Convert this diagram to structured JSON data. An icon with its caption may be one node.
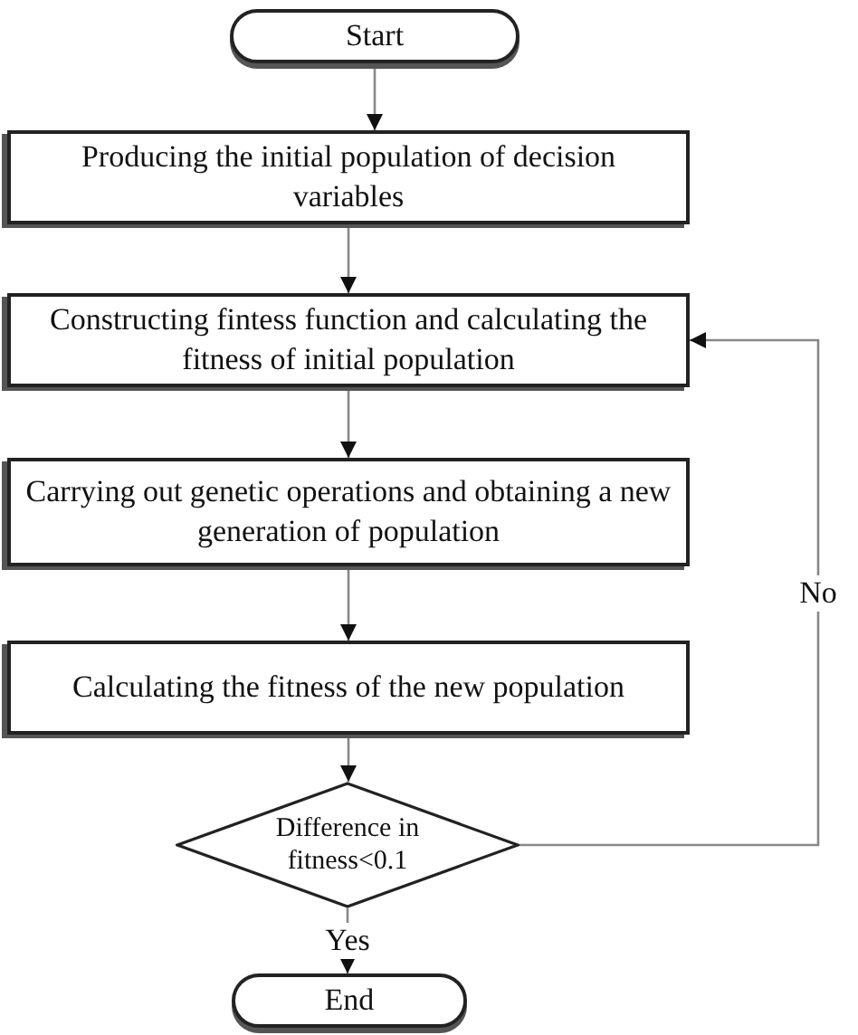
{
  "diagram": {
    "nodes": [
      {
        "text": [
          "Start"
        ]
      },
      {
        "text": [
          "Producing the initial population of decision variables"
        ]
      },
      {
        "text": [
          "Constructing fintess function and calculating the fitness of initial population"
        ]
      },
      {
        "text": [
          "Carrying out genetic operations and obtaining a new generation of population"
        ]
      },
      {
        "text": [
          "Calculating the fitness of the new population"
        ]
      },
      {
        "text": [
          "Difference in fitness<0.1"
        ]
      },
      {
        "text": [
          "End"
        ]
      }
    ],
    "edges": [
      {
        "from": 0,
        "to": 1,
        "arrow": "to"
      },
      {
        "from": 1,
        "to": 2,
        "arrow": "to"
      },
      {
        "from": 2,
        "to": 3,
        "arrow": "to"
      },
      {
        "from": 3,
        "to": 4,
        "arrow": "to"
      },
      {
        "from": 4,
        "to": 5,
        "arrow": "to"
      },
      {
        "from": 5,
        "to": 6,
        "label": "Yes",
        "arrow": "to"
      },
      {
        "from": 5,
        "to": 2,
        "label": "No",
        "arrow": "to"
      }
    ]
  }
}
